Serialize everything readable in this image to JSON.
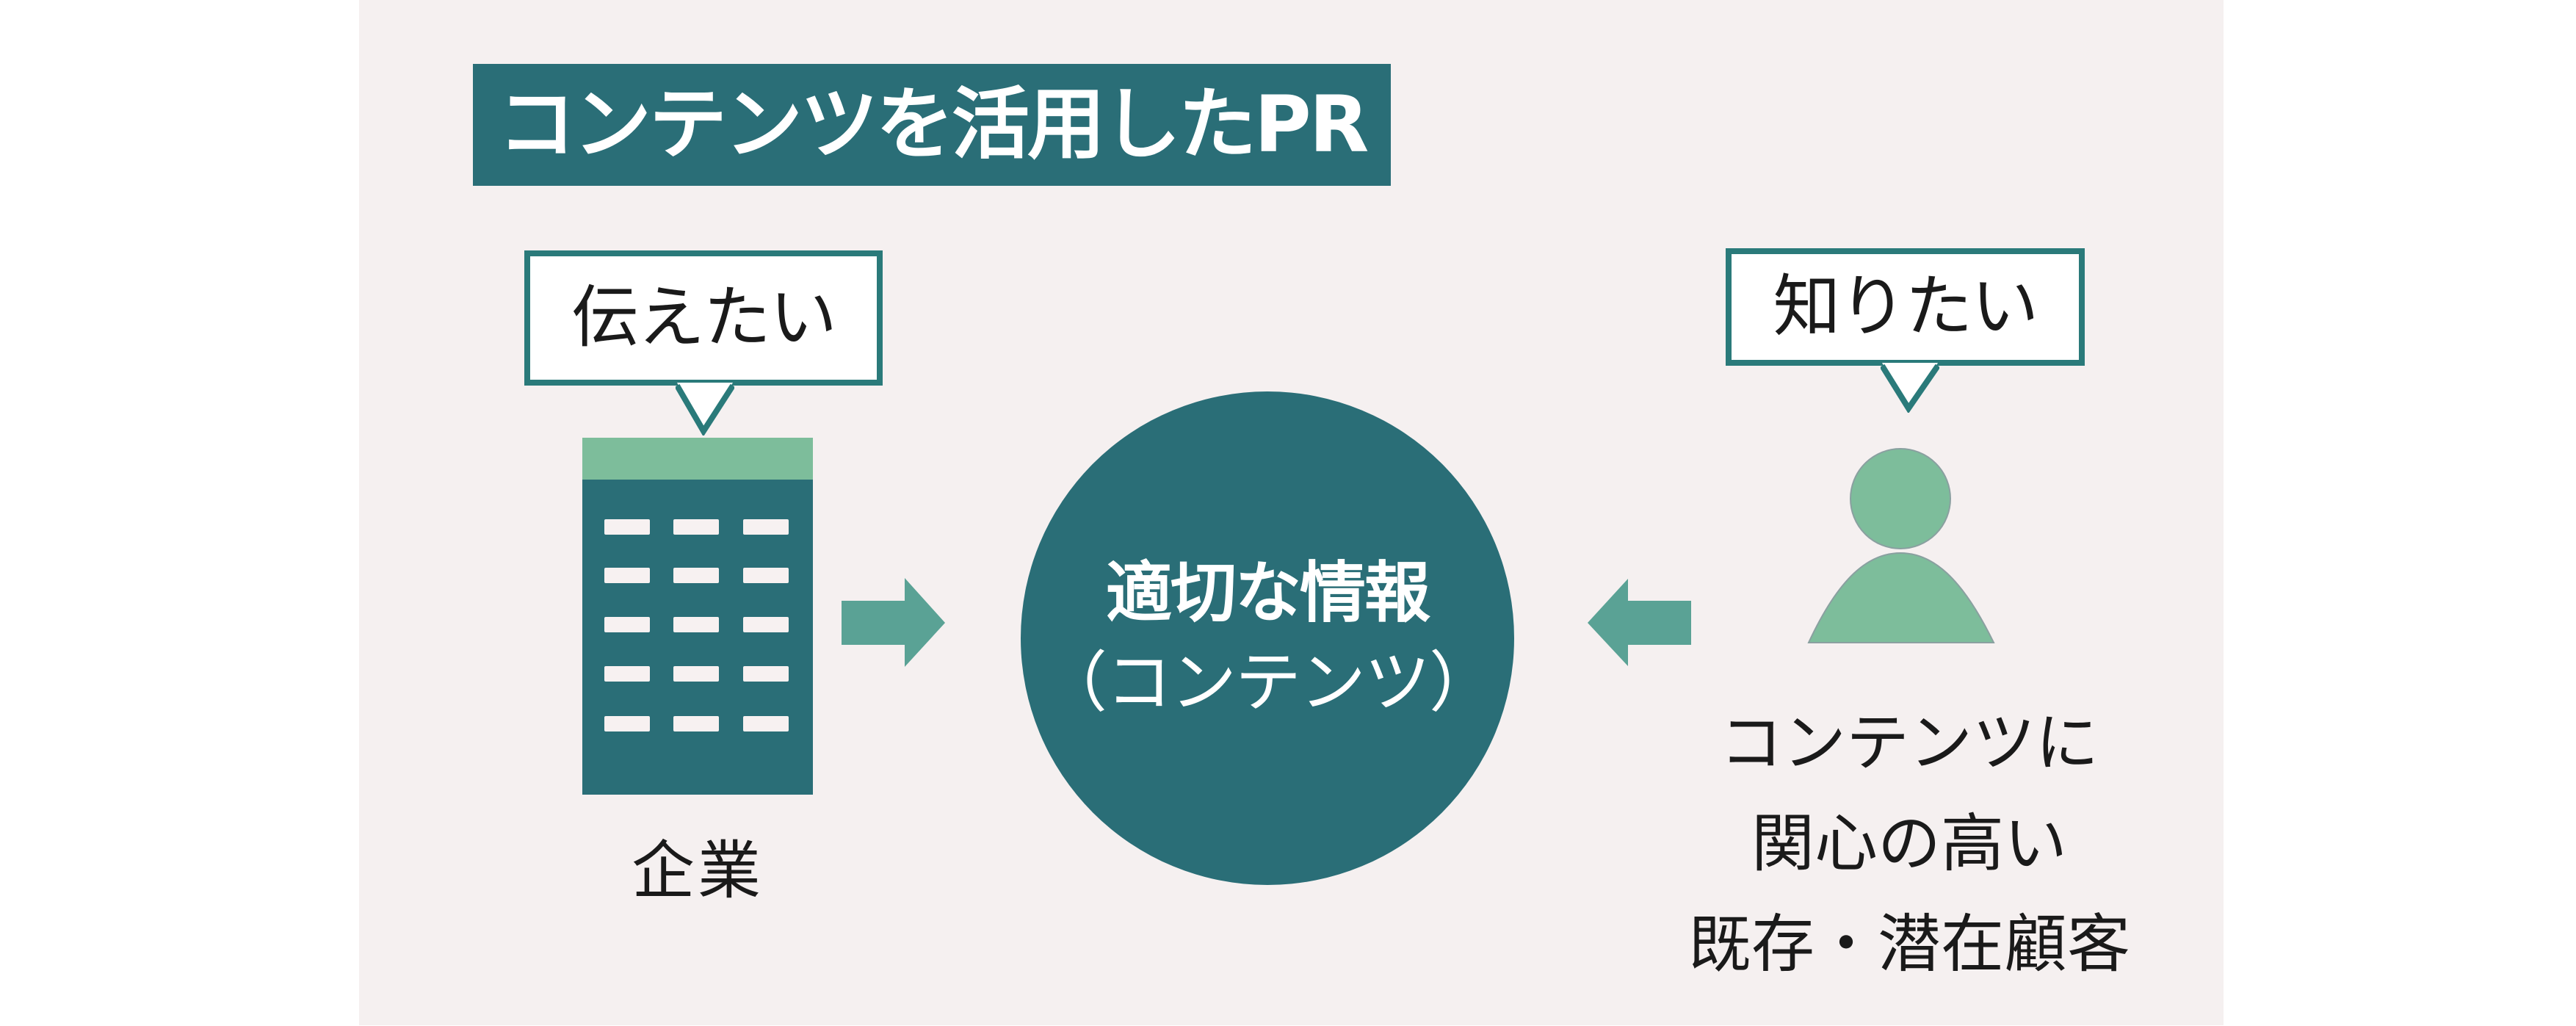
{
  "title": "コンテンツを活用したPR",
  "left": {
    "bubble_text": "伝えたい",
    "actor_icon": "building-icon",
    "actor_label": "企業",
    "arrow_icon": "arrow-right-icon"
  },
  "center": {
    "line1": "適切な情報",
    "line2": "（コンテンツ）"
  },
  "right": {
    "bubble_text": "知りたい",
    "actor_icon": "person-icon",
    "arrow_icon": "arrow-left-icon",
    "actor_label_lines": [
      "コンテンツに",
      "関心の高い",
      "既存・潜在顧客"
    ]
  },
  "colors": {
    "primary_teal": "#2a6e77",
    "accent_green": "#7dbd9b",
    "arrow_teal": "#5aa295",
    "background": "#f5f0f0",
    "text_dark": "#1a1a1a"
  }
}
